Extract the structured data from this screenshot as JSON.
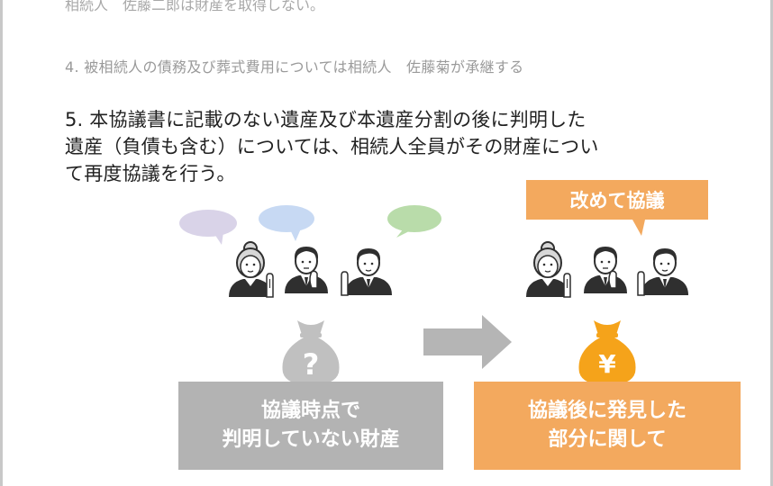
{
  "text": {
    "top_line": "相続人　佐藤二郎は財産を取得しない。",
    "item4": "4.  被相続人の債務及び葬式費用については相続人　佐藤菊が承継する",
    "item5_lines": [
      "5.  本協議書に記載のない遺産及び本遺産分割の後に判明した",
      "遺産（負債も含む）については、相続人全員がその財産につい",
      "て再度協議を行う。"
    ]
  },
  "diagram": {
    "banner": "改めて協議",
    "left_box_lines": [
      "協議時点で",
      "判明していない財産"
    ],
    "right_box_lines": [
      "協議後に発見した",
      "部分に関して"
    ],
    "left_bag_symbol": "?",
    "right_bag_symbol": "¥"
  },
  "colors": {
    "orange": "#f3a95e",
    "bag_orange": "#f5a31a",
    "gray_box": "#b3b3b3",
    "bubble_purple": "#d9d3e8",
    "bubble_blue": "#c7d9f3",
    "bubble_green": "#b9dcaa",
    "arrow_gray": "#b5b5b5",
    "bag_gray": "#c0c0c0"
  }
}
